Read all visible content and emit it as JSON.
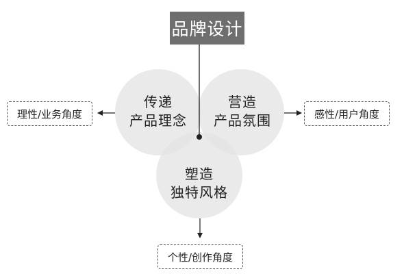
{
  "title": "品牌设计",
  "circles": {
    "left": {
      "line1": "传递",
      "line2": "产品理念"
    },
    "right": {
      "line1": "营造",
      "line2": "产品氛围"
    },
    "bottom": {
      "line1": "塑造",
      "line2": "独特风格"
    }
  },
  "perspectives": {
    "left": "理性/业务角度",
    "right": "感性/用户角度",
    "bottom": "个性/创作角度"
  },
  "colors": {
    "circle_fill": "#e3e3e3",
    "title_bg": "#6e6e6e",
    "line": "#222222"
  }
}
